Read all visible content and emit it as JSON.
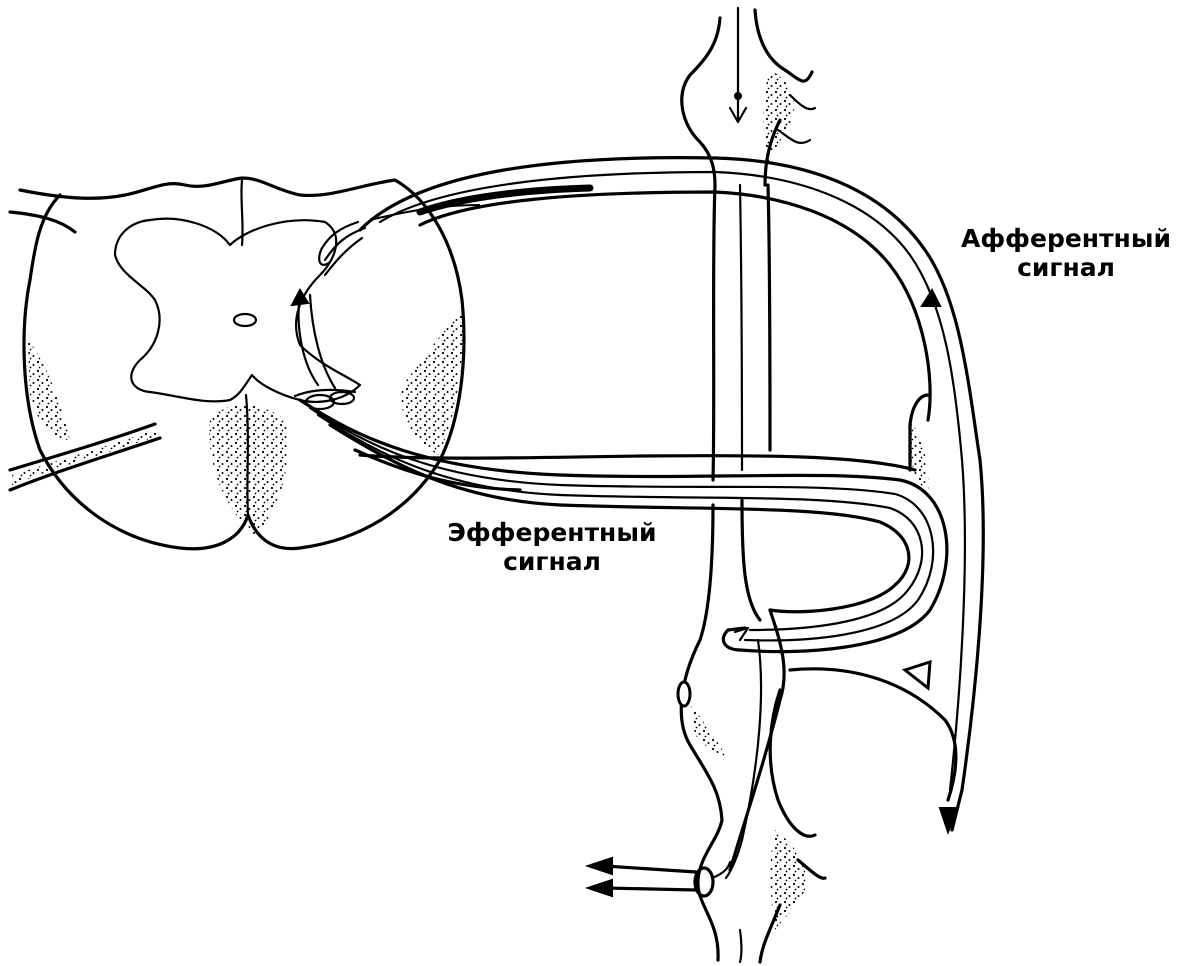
{
  "labels": {
    "afferent_line1": "Афферентный",
    "afferent_line2": "сигнал",
    "efferent_line1": "Эфферентный",
    "efferent_line2": "сигнал"
  },
  "colors": {
    "ink": "#000000",
    "background": "#ffffff"
  }
}
